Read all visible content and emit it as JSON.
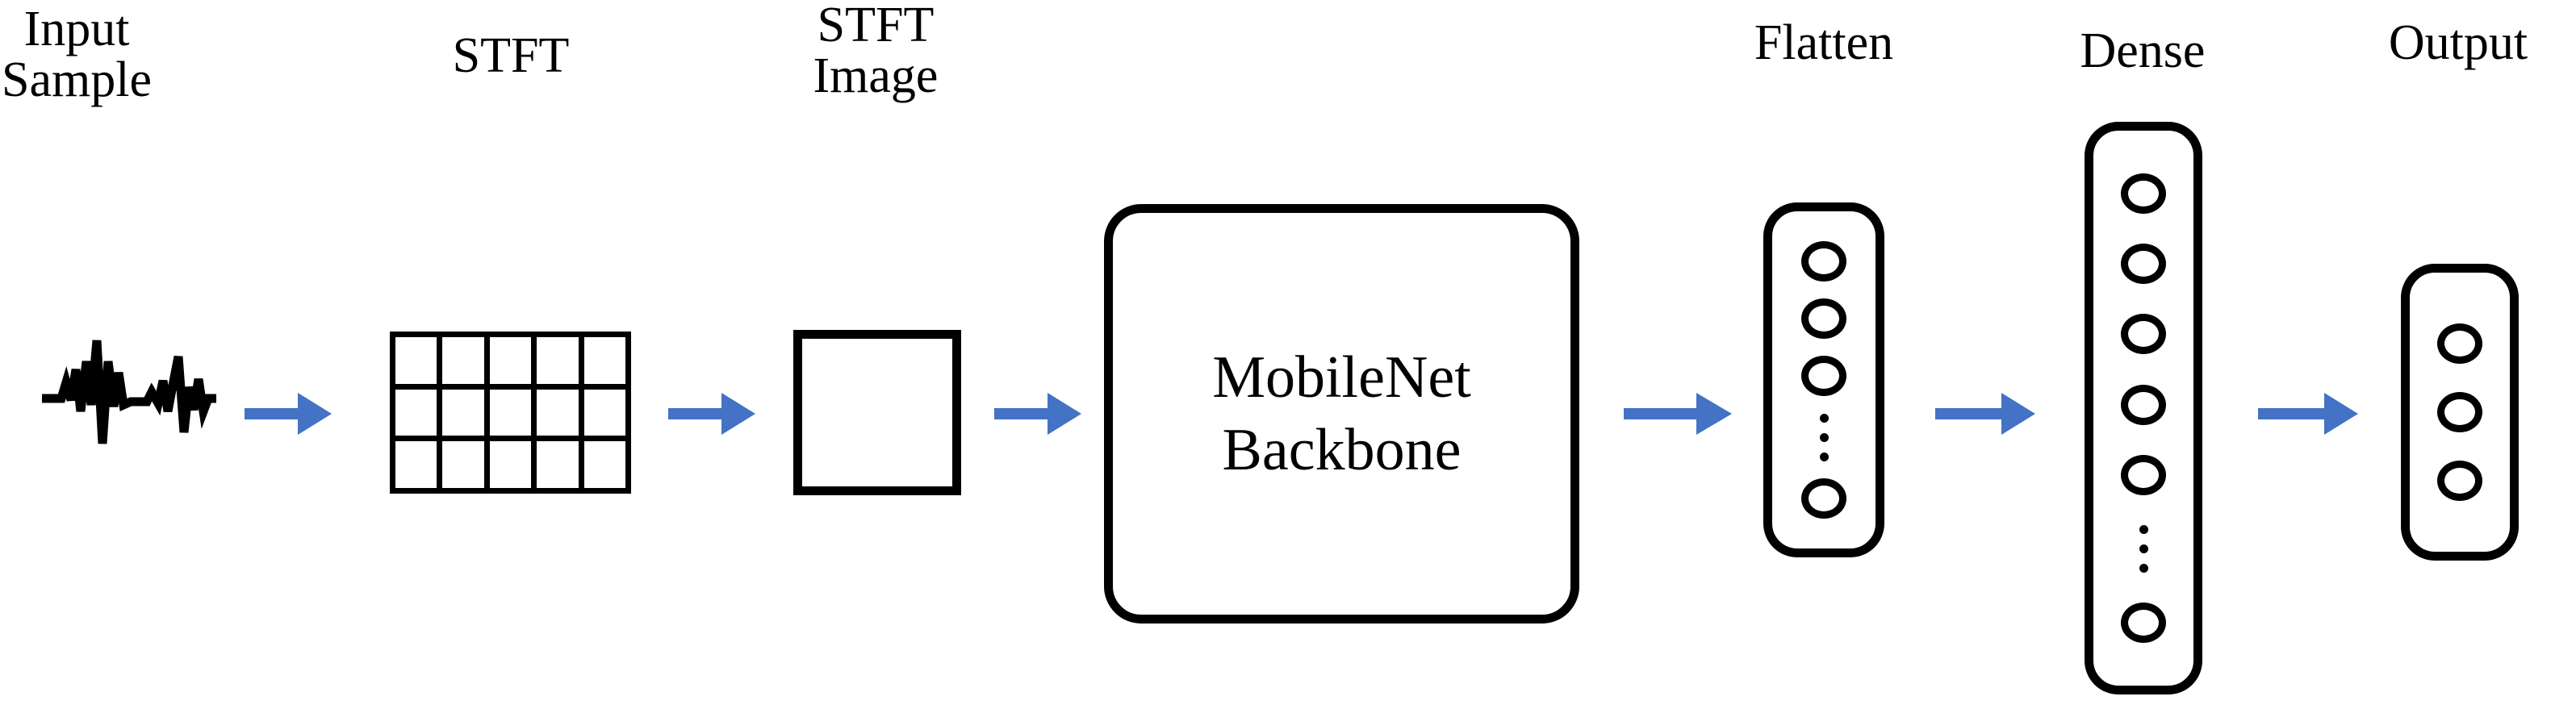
{
  "diagram": {
    "title": "STFT MobileNet classification pipeline",
    "background_color": "#ffffff",
    "stroke_color": "#000000",
    "arrow_color": "#4472C4"
  },
  "labels": {
    "input_sample": "Input\nSample",
    "stft": "STFT",
    "stft_image": "STFT\nImage",
    "flatten": "Flatten",
    "dense": "Dense",
    "output": "Output"
  },
  "stages": [
    {
      "id": "input-sample",
      "label": "Input\nSample",
      "shape": "waveform",
      "icon": "audio-waveform-icon"
    },
    {
      "id": "stft",
      "label": "STFT",
      "shape": "grid",
      "grid_columns": 5,
      "grid_rows": 3
    },
    {
      "id": "stft-image",
      "label": "STFT\nImage",
      "shape": "square"
    },
    {
      "id": "mobilenet-backbone",
      "label": "MobileNet\nBackbone",
      "shape": "rounded-rectangle"
    },
    {
      "id": "flatten",
      "label": "Flatten",
      "shape": "rounded-rectangle-neurons",
      "neurons_before_ellipsis": 3,
      "neurons_after_ellipsis": 1,
      "has_ellipsis": true
    },
    {
      "id": "dense",
      "label": "Dense",
      "shape": "rounded-rectangle-neurons",
      "neurons_before_ellipsis": 5,
      "neurons_after_ellipsis": 1,
      "has_ellipsis": true
    },
    {
      "id": "output",
      "label": "Output",
      "shape": "rounded-rectangle-neurons",
      "neurons_before_ellipsis": 3,
      "neurons_after_ellipsis": 0,
      "has_ellipsis": false
    }
  ],
  "mobilenet": {
    "text": "MobileNet\nBackbone"
  },
  "arrows": [
    {
      "id": "arrow-input-to-stft",
      "from": "input-sample",
      "to": "stft",
      "direction": "right"
    },
    {
      "id": "arrow-stft-to-image",
      "from": "stft",
      "to": "stft-image",
      "direction": "right"
    },
    {
      "id": "arrow-image-to-backbone",
      "from": "stft-image",
      "to": "mobilenet-backbone",
      "direction": "right"
    },
    {
      "id": "arrow-backbone-to-flatten",
      "from": "mobilenet-backbone",
      "to": "flatten",
      "direction": "right"
    },
    {
      "id": "arrow-flatten-to-dense",
      "from": "flatten",
      "to": "dense",
      "direction": "right"
    },
    {
      "id": "arrow-dense-to-output",
      "from": "dense",
      "to": "output",
      "direction": "right"
    }
  ]
}
